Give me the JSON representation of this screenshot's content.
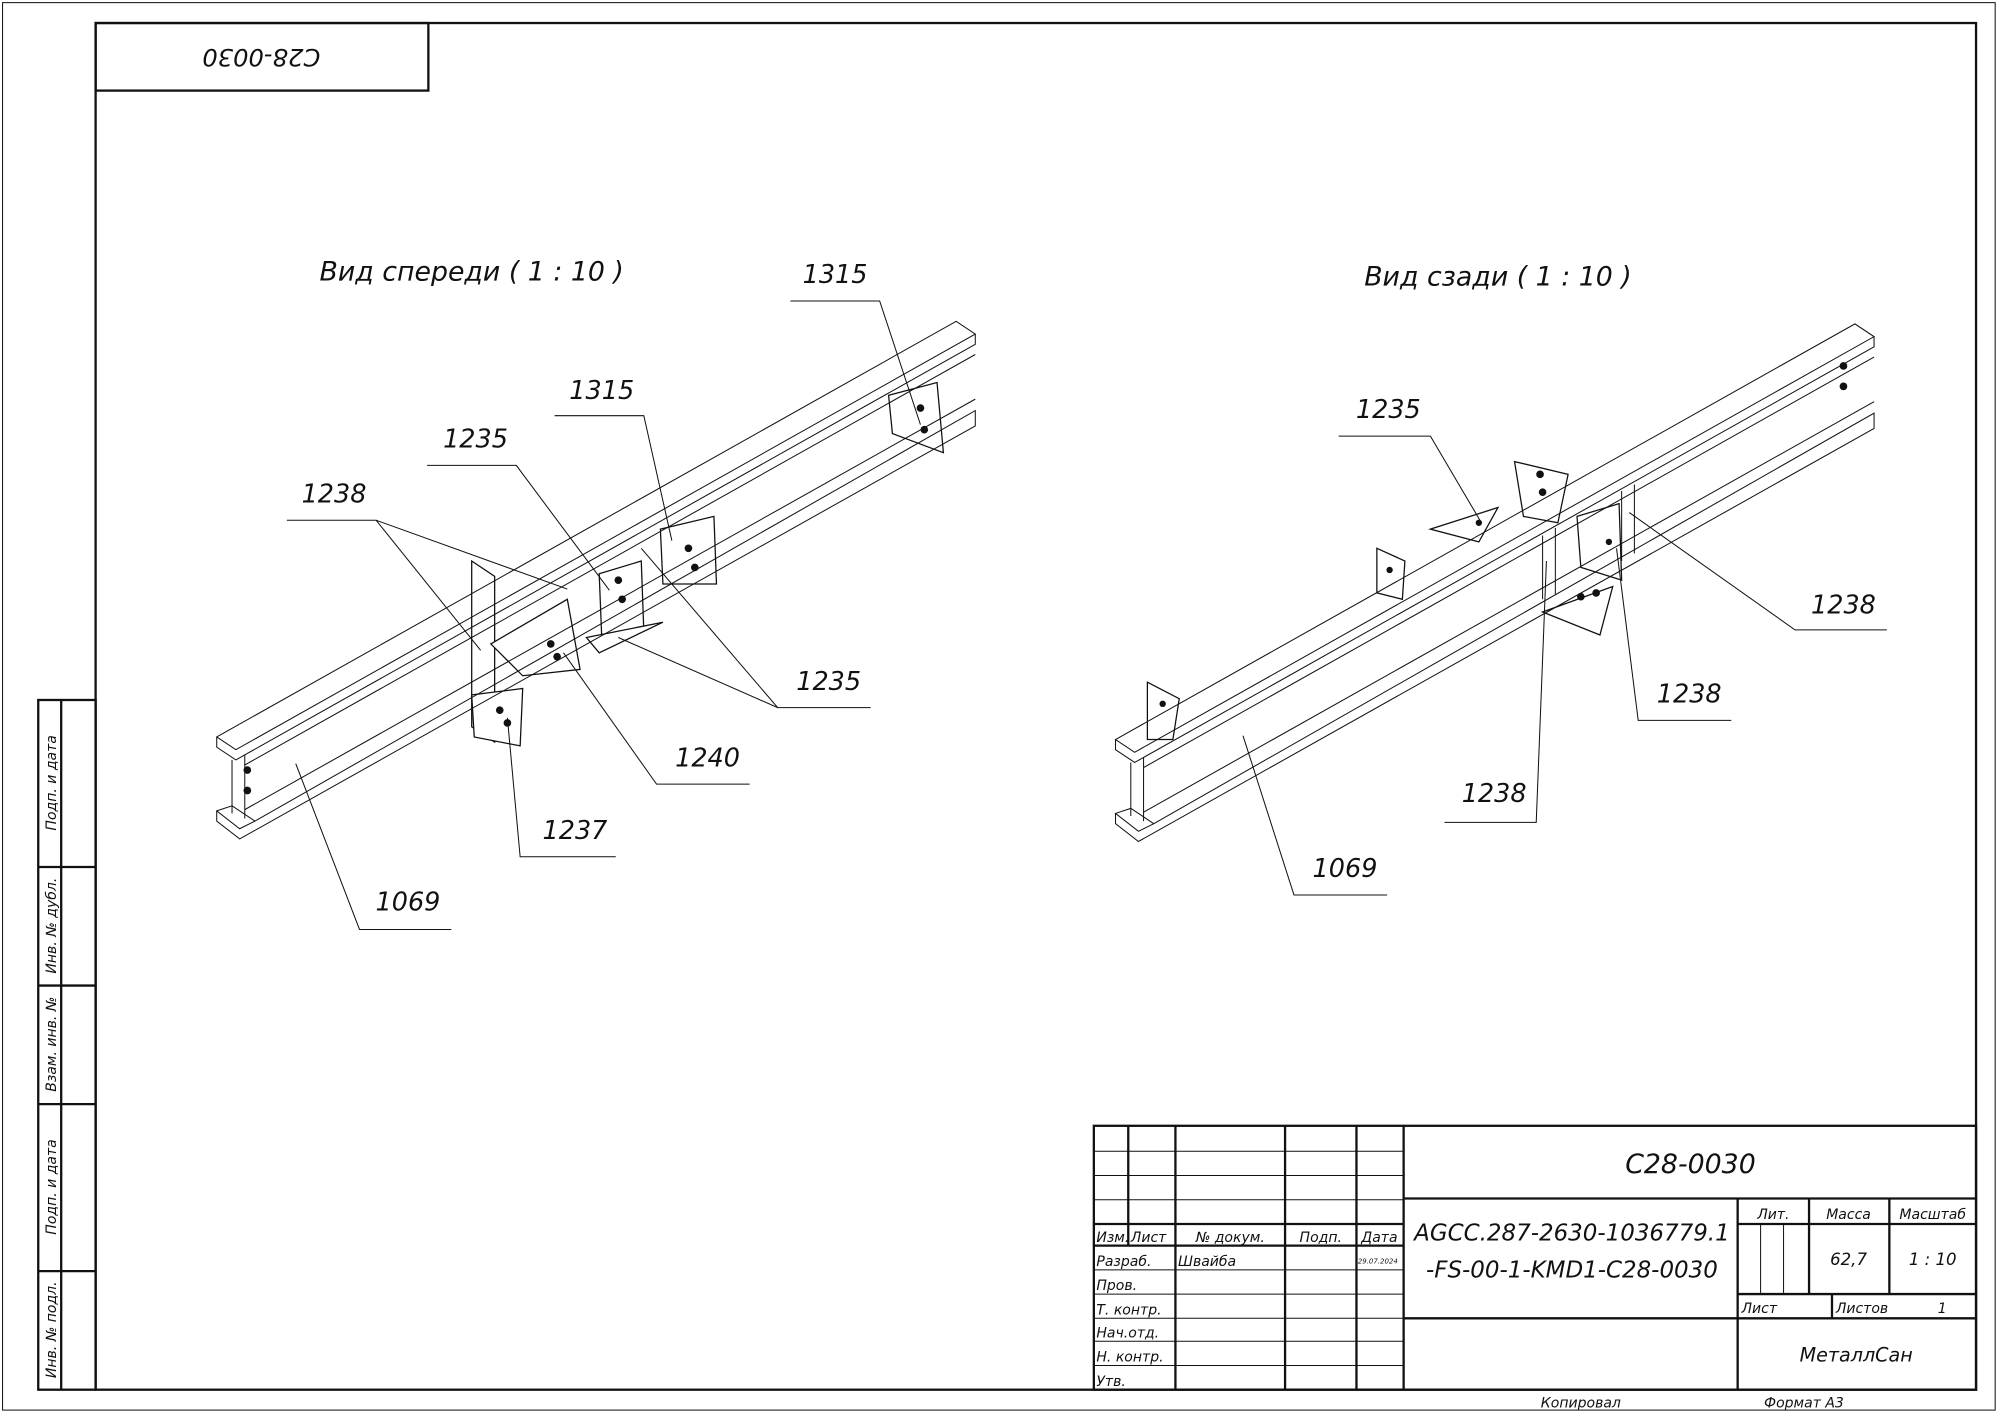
{
  "sheet": {
    "rotated_code": "C28-0030",
    "views": [
      {
        "title": "Вид спереди ( 1 : 10 )",
        "labels": [
          "1315",
          "1315",
          "1235",
          "1238",
          "1235",
          "1240",
          "1237",
          "1069"
        ]
      },
      {
        "title": "Вид сзади ( 1 : 10 )",
        "labels": [
          "1235",
          "1238",
          "1238",
          "1238",
          "1069"
        ]
      }
    ]
  },
  "side_strip": [
    "Подп. и дата",
    "Инв. № дубл.",
    "Взам. инв. №",
    "Подп. и дата",
    "Инв. № подл."
  ],
  "title_block": {
    "designation": "C28-0030",
    "doc_number_line1": "AGCC.287-2630-1036779.1",
    "doc_number_line2": "-FS-00-1-KMD1-C28-0030",
    "headers": {
      "izm": "Изм.",
      "list": "Лист",
      "doc": "№ докум.",
      "sign": "Подп.",
      "date": "Дата"
    },
    "roles": [
      "Разраб.",
      "Пров.",
      "Т. контр.",
      "Нач.отд.",
      "Н. контр.",
      "Утв."
    ],
    "developer": "Швайба",
    "developer_date": "29.07.2024",
    "lit_label": "Лит.",
    "mass_label": "Масса",
    "scale_label": "Масштаб",
    "mass": "62,7",
    "scale": "1 : 10",
    "sheet_label": "Лист",
    "sheets_label": "Листов",
    "sheets": "1",
    "company": "МеталлСан",
    "copied": "Копировал",
    "format": "Формат А3"
  }
}
